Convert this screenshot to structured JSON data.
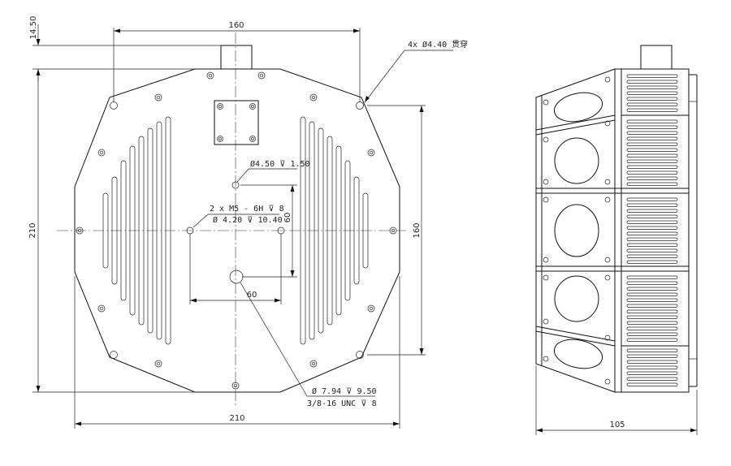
{
  "front_view": {
    "dim_top_width": "160",
    "dim_top_offset": "14.50",
    "dim_left_height": "210",
    "dim_right_height": "160",
    "dim_bottom_width": "210",
    "dim_hole_spacing_v": "60",
    "dim_hole_spacing_h": "60",
    "note_through_holes": "4x Ø4.40 贯穿",
    "note_center_hole": "Ø4.50 ⊽ 1.50",
    "note_thread_line1": "2 x  M5 - 6H ⊽ 8",
    "note_thread_line2": "Ø 4.20 ⊽ 10.40",
    "note_bottom_line1": "Ø 7.94 ⊽ 9.50",
    "note_bottom_line2": "3/8-16 UNC  ⊽ 8"
  },
  "side_view": {
    "dim_bottom_width": "105"
  }
}
